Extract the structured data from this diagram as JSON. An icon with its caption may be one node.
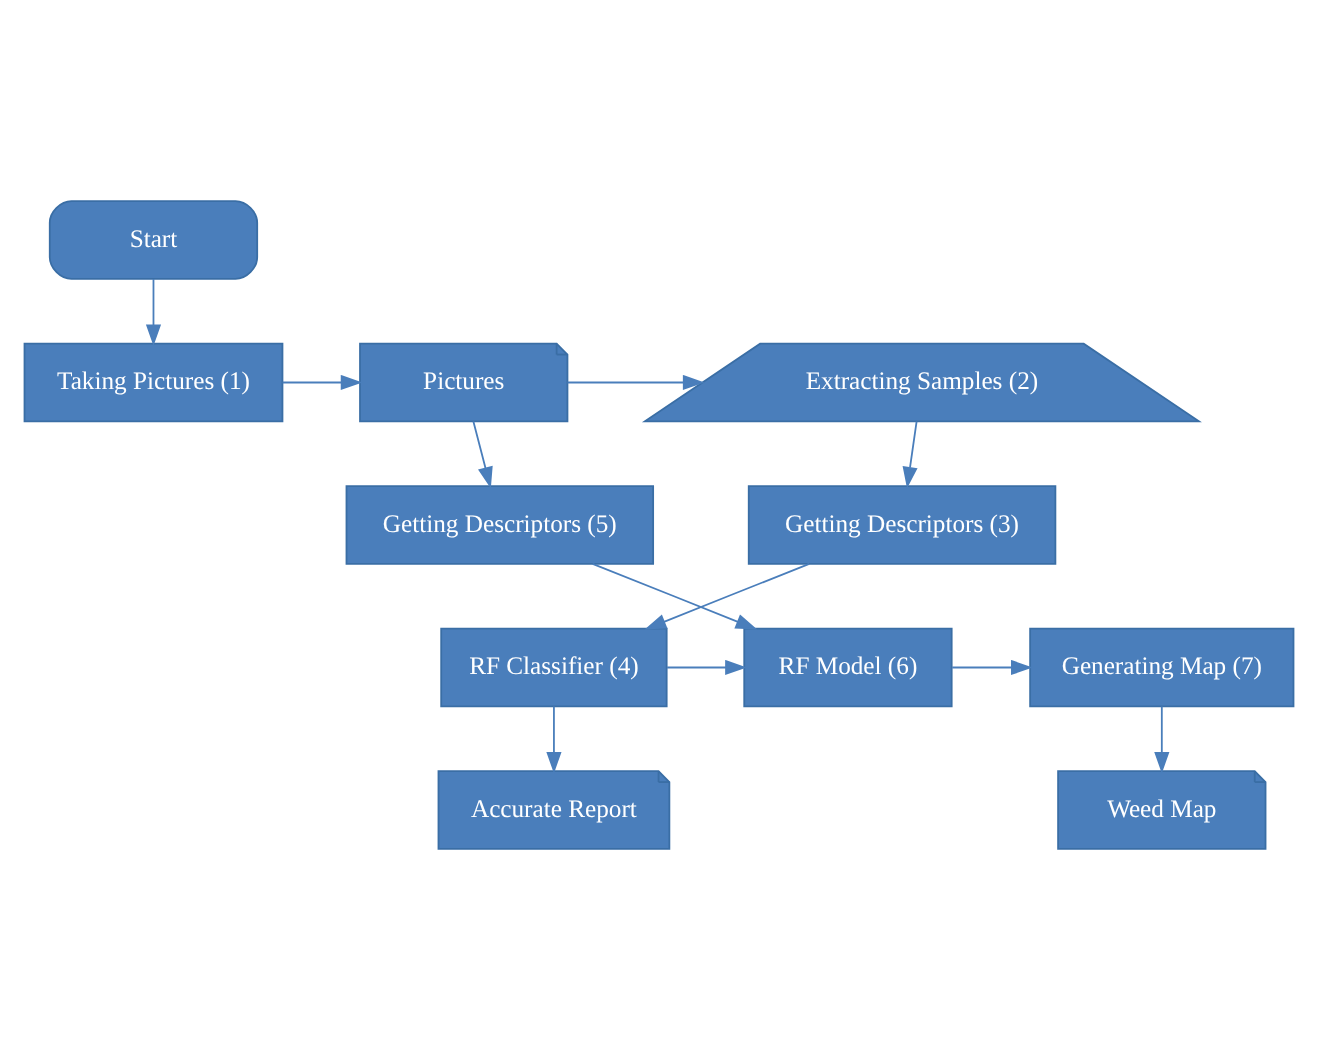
{
  "diagram": {
    "nodes": [
      {
        "text": [
          "Start"
        ]
      },
      {
        "text": [
          "Taking Pictures (1)"
        ]
      },
      {
        "text": [
          "Pictures"
        ]
      },
      {
        "text": [
          "Extracting Samples (2)"
        ]
      },
      {
        "text": [
          "Getting Descriptors (5)"
        ]
      },
      {
        "text": [
          "Getting Descriptors (3)"
        ]
      },
      {
        "text": [
          "Generating Map (7)"
        ]
      },
      {
        "text": [
          "RF Model (6)"
        ]
      },
      {
        "text": [
          "RF Classifier (4)"
        ]
      },
      {
        "text": [
          "Weed Map"
        ]
      },
      {
        "text": [
          "Accurate Report"
        ]
      }
    ],
    "edges": [
      {
        "from": 0,
        "to": 1,
        "arrow": "to"
      },
      {
        "from": 1,
        "to": 2,
        "arrow": "to"
      },
      {
        "from": 2,
        "to": 3,
        "arrow": "to"
      },
      {
        "from": 2,
        "to": 4,
        "arrow": "to"
      },
      {
        "from": 3,
        "to": 5,
        "arrow": "to"
      },
      {
        "from": 4,
        "to": 7,
        "arrow": "to"
      },
      {
        "from": 5,
        "to": 8,
        "arrow": "to"
      },
      {
        "from": 8,
        "to": 7,
        "arrow": "to"
      },
      {
        "from": 7,
        "to": 6,
        "arrow": "to"
      },
      {
        "from": 6,
        "to": 9,
        "arrow": "to"
      },
      {
        "from": 8,
        "to": 10,
        "arrow": "to"
      }
    ]
  }
}
